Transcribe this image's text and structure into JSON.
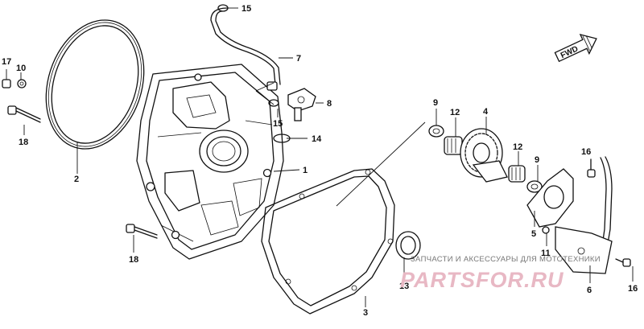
{
  "callouts": {
    "c1": "1",
    "c2": "2",
    "c3": "3",
    "c4": "4",
    "c5": "5",
    "c6": "6",
    "c7": "7",
    "c8": "8",
    "c9a": "9",
    "c9b": "9",
    "c10": "10",
    "c11": "11",
    "c12a": "12",
    "c12b": "12",
    "c13": "13",
    "c14": "14",
    "c15a": "15",
    "c15b": "15",
    "c16a": "16",
    "c16b": "16",
    "c17": "17",
    "c18a": "18",
    "c18b": "18"
  },
  "fwd_label": "FWD",
  "watermark": {
    "caption": "ЗАПЧАСТИ И АКСЕССУАРЫ ДЛЯ МОТОТЕХНИКИ",
    "logo": "PARTSFOR.RU"
  }
}
